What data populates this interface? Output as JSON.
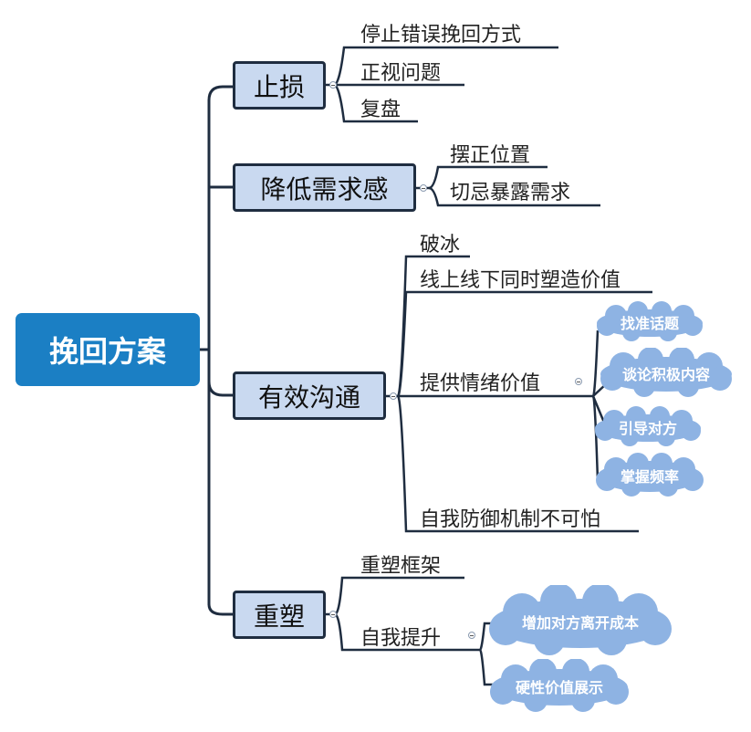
{
  "root": {
    "label": "挽回方案"
  },
  "branches": [
    {
      "label": "止损",
      "items": [
        "停止错误挽回方式",
        "正视问题",
        "复盘"
      ]
    },
    {
      "label": "降低需求感",
      "items": [
        "摆正位置",
        "切忌暴露需求"
      ]
    },
    {
      "label": "有效沟通",
      "items": [
        "破冰",
        "线上线下同时塑造价值",
        "提供情绪价值",
        "自我防御机制不可怕"
      ],
      "sub_items": [
        "找准话题",
        "谈论积极内容",
        "引导对方",
        "掌握频率"
      ]
    },
    {
      "label": "重塑",
      "items": [
        "重塑框架",
        "自我提升"
      ],
      "sub_items": [
        "增加对方离开成本",
        "硬性价值展示"
      ]
    }
  ],
  "colors": {
    "root_fill": "#1b7fc4",
    "branch_fill": "#c9d9f0",
    "line": "#1f2d40",
    "cloud_fill": "#8eb3e3"
  }
}
